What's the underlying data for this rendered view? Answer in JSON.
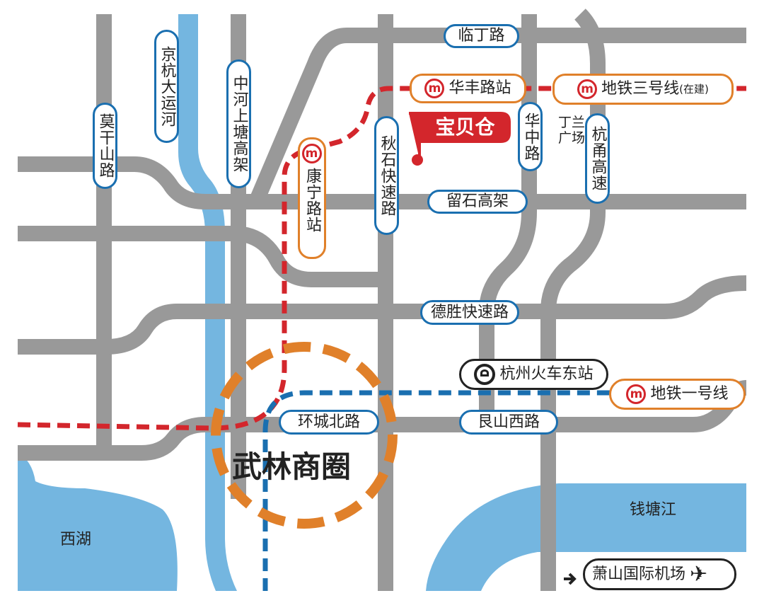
{
  "colors": {
    "road": "#999999",
    "water": "#74b6e0",
    "metro_red": "#d3262c",
    "metro_blue": "#1a6fb0",
    "district_ring": "#e0802a",
    "brand": "#d3262c"
  },
  "roads": {
    "linding": "临丁路",
    "liushi": "留石高架",
    "desheng": "德胜快速路",
    "huanchengbei": "环城北路",
    "genshanxi": "艮山西路",
    "moganshan": "莫干山路",
    "jinghang": "京杭大运河",
    "zhonghe": "中河上塘高架",
    "qiushi": "秋石快速路",
    "huazhong": "华中路",
    "hangyong": "杭甬高速"
  },
  "stations": {
    "huafeng": "华丰路站",
    "kangning": "康宁路站",
    "line3": "地铁三号线",
    "line3_note": "(在建)",
    "line1": "地铁一号线",
    "railway": "杭州火车东站"
  },
  "places": {
    "dinglan_1": "丁兰",
    "dinglan_2": "广场",
    "xihu": "西湖",
    "qiantang": "钱塘江",
    "airport": "萧山国际机场",
    "district": "武林商圈"
  },
  "brand": {
    "name": "宝贝仓"
  },
  "icons": {
    "metro": "metro-logo-icon",
    "railway": "railway-station-icon",
    "airport": "airplane-icon",
    "arrow": "arrow-right-icon"
  }
}
